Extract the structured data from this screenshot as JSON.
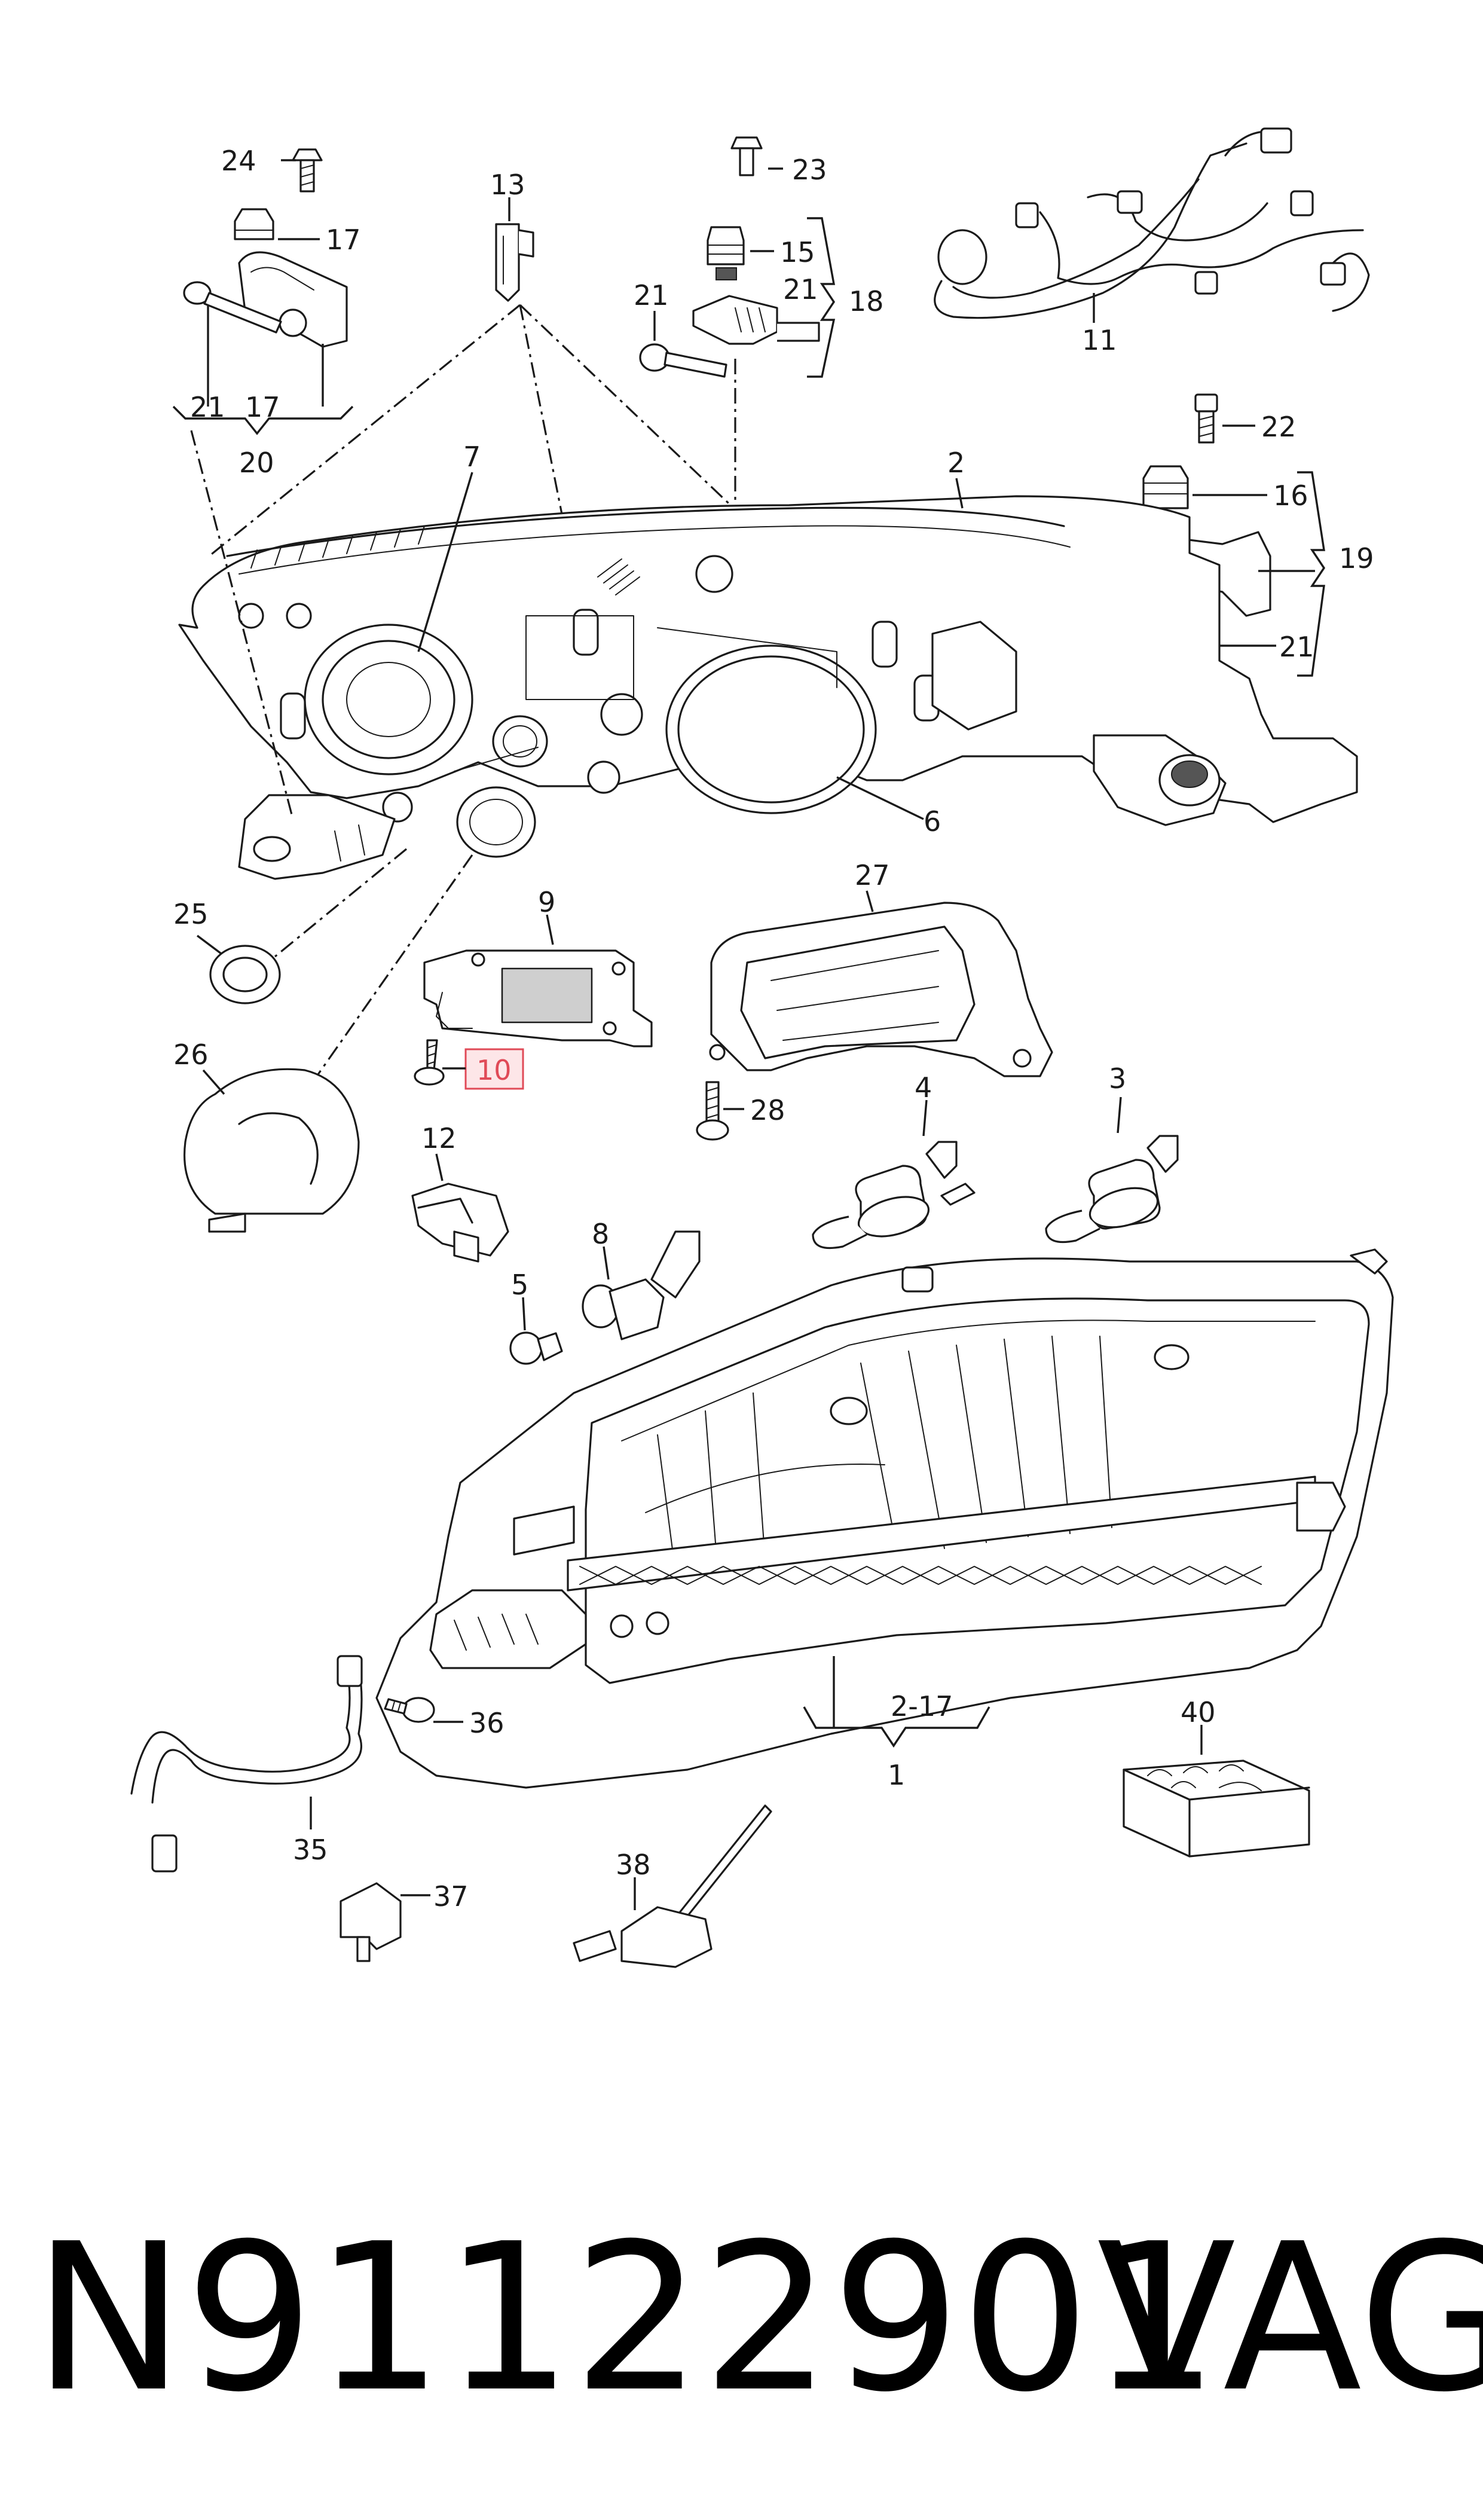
{
  "diagram": {
    "part_number": "N91122901",
    "brand": "VAG",
    "highlight_color": "#e04a57",
    "highlighted_callout": "10",
    "callouts": {
      "c1": "1",
      "c2": "2",
      "c2_17": "2-17",
      "c3": "3",
      "c4": "4",
      "c5": "5",
      "c6": "6",
      "c7": "7",
      "c8": "8",
      "c9": "9",
      "c10": "10",
      "c11": "11",
      "c12": "12",
      "c13": "13",
      "c15": "15",
      "c16": "16",
      "c17a": "17",
      "c17b": "17",
      "c18": "18",
      "c19": "19",
      "c20": "20",
      "c21a": "21",
      "c21b": "21",
      "c21c": "21",
      "c21d": "21",
      "c22": "22",
      "c23": "23",
      "c24": "24",
      "c25": "25",
      "c26": "26",
      "c27": "27",
      "c28": "28",
      "c35": "35",
      "c36": "36",
      "c37": "37",
      "c38": "38",
      "c40": "40"
    }
  }
}
